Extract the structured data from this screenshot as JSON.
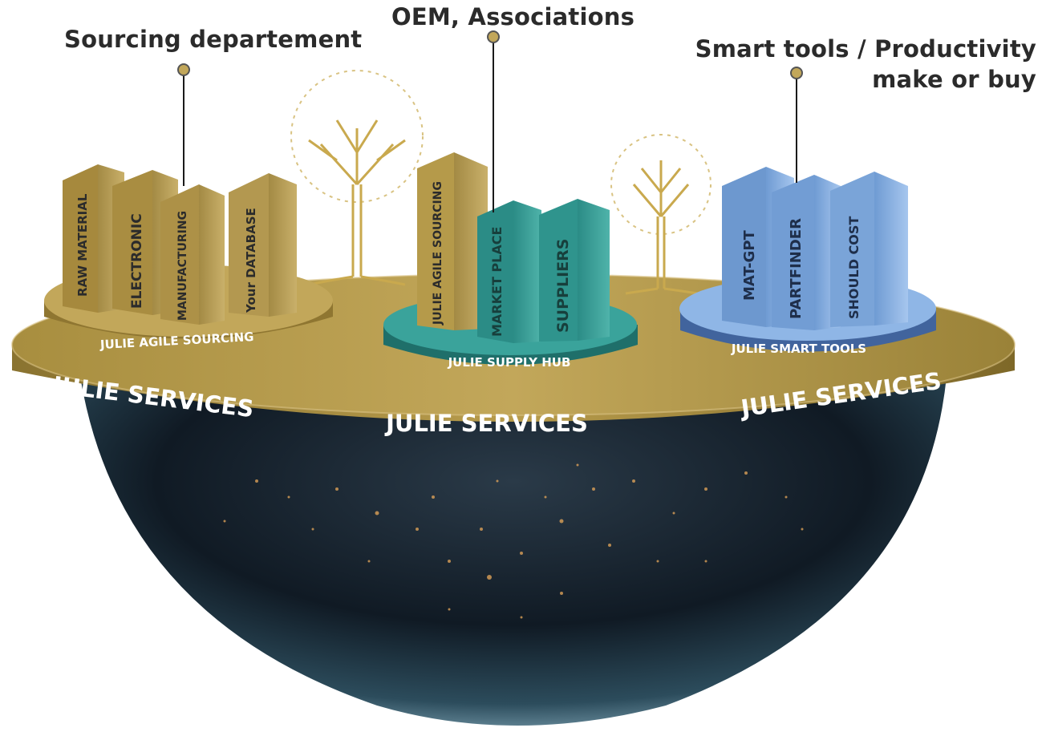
{
  "callouts": {
    "sourcing": "Sourcing departement",
    "oem": "OEM, Associations",
    "smart_line1": "Smart tools / Productivity",
    "smart_line2": "make or buy"
  },
  "platform": {
    "band_left": "JULIE SERVICES",
    "band_center": "JULIE SERVICES",
    "band_right": "JULIE SERVICES"
  },
  "groups": {
    "agile": {
      "label": "JULIE AGILE SOURCING",
      "buildings": [
        "RAW MATERIAL",
        "ELECTRONIC",
        "MANUFACTURING",
        "Your DATABASE"
      ]
    },
    "supply": {
      "label": "JULIE SUPPLY HUB",
      "buildings": [
        "JULIE AGILE SOURCING",
        "MARKET PLACE",
        "SUPPLIERS"
      ]
    },
    "smart": {
      "label": "JULIE SMART TOOLS",
      "buildings": [
        "MAT-GPT",
        "PARTFINDER",
        "SHOULD COST"
      ]
    }
  },
  "colors": {
    "gold": "#b59a4a",
    "gold_dark": "#8a7130",
    "teal": "#2e9a93",
    "teal_dark": "#1f6f6a",
    "blue": "#7fa8dc",
    "blue_dark": "#41649d",
    "callout_text": "#2b2b2b"
  }
}
